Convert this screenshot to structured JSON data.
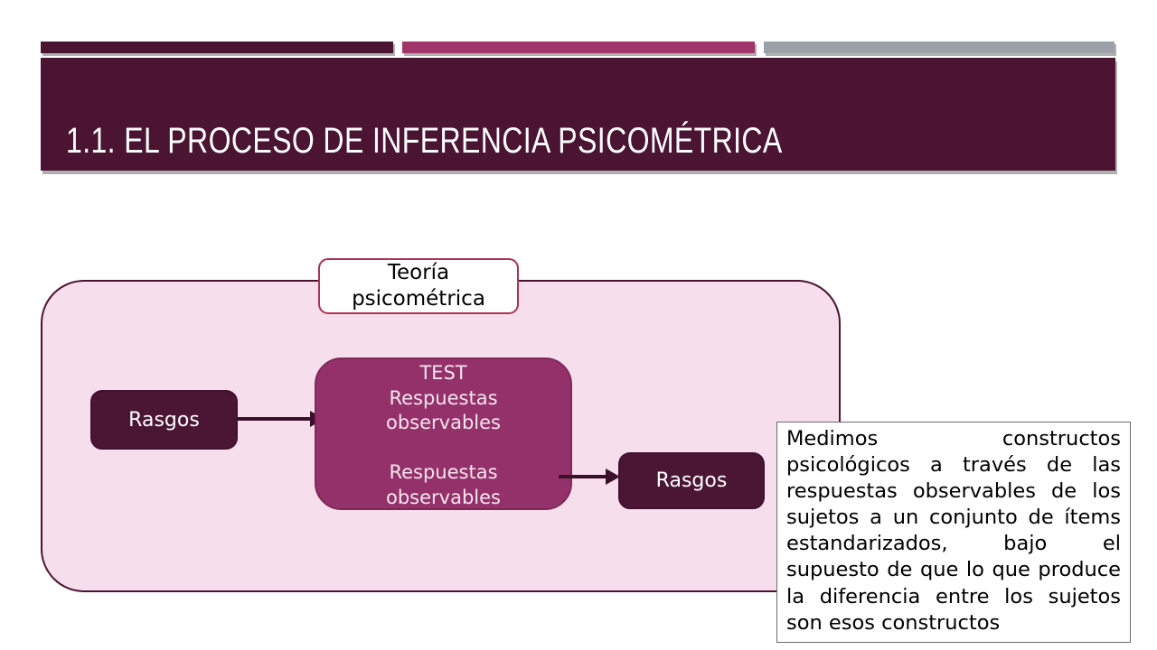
{
  "slide": {
    "title": "1.1. EL PROCESO DE INFERENCIA PSICOMÉTRICA",
    "accent_bars": [
      {
        "name": "maroon-bar"
      },
      {
        "name": "magenta-bar"
      },
      {
        "name": "gray-bar"
      }
    ]
  },
  "diagram": {
    "theory_label": {
      "line1": "Teoría",
      "line2": "psicométrica"
    },
    "left_trait_box": {
      "label": "Rasgos"
    },
    "test_box": {
      "lines": [
        "TEST",
        "Respuestas",
        "observables",
        "",
        "Respuestas",
        "observables"
      ]
    },
    "right_trait_box": {
      "label": "Rasgos"
    }
  },
  "note_box": {
    "text": "Medimos constructos psicológicos a través de las respuestas observables de los sujetos a un conjunto de ítems estandarizados, bajo el supuesto de que lo que produce la diferencia entre los sujetos son esos constructos"
  },
  "colors": {
    "maroon": "#4A1432",
    "magenta": "#A13468",
    "gray": "#9CA1A9",
    "container_fill": "#F7DEED",
    "trait_fill": "#4B1634",
    "test_fill": "#94316A",
    "test_border": "#7E2A58",
    "theory_border": "#B03054",
    "arrow": "#3B1029"
  }
}
